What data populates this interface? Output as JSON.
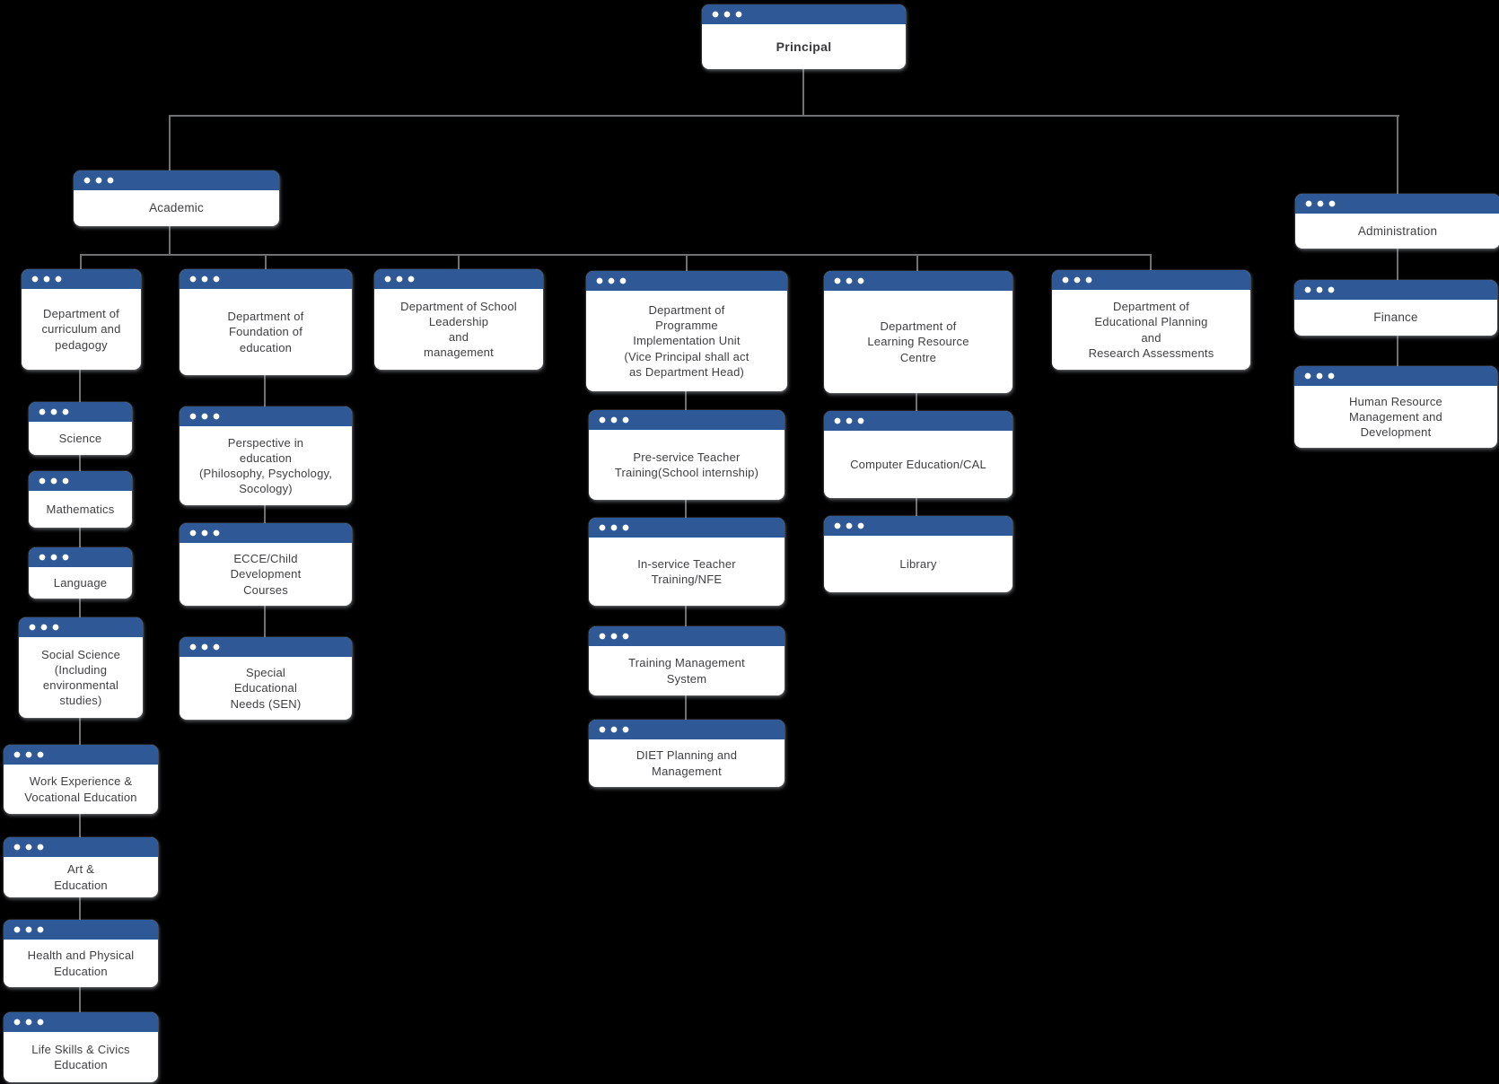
{
  "colors": {
    "titlebar_blue": "#2F5897",
    "connector_gray": "#6F7072",
    "background": "#000000",
    "text_dark": "#404043"
  },
  "icons": {
    "window_dots": "three white circles (window control dots) in each box titlebar"
  },
  "org": {
    "principal": {
      "label": "Principal"
    },
    "academic": {
      "label": "Academic",
      "departments": {
        "curriculum": {
          "label": "Department of\ncurriculum and\npedagogy",
          "units": [
            {
              "label": "Science"
            },
            {
              "label": "Mathematics"
            },
            {
              "label": "Language"
            },
            {
              "label": "Social Science\n(Including\nenvironmental\nstudies)"
            },
            {
              "label": "Work Experience &\nVocational Education"
            },
            {
              "label": "Art &\nEducation"
            },
            {
              "label": "Health and Physical\nEducation"
            },
            {
              "label": "Life Skills & Civics\nEducation"
            }
          ]
        },
        "foundation": {
          "label": "Department of\nFoundation of\neducation",
          "units": [
            {
              "label": "Perspective in\neducation\n(Philosophy, Psychology,\nSocology)"
            },
            {
              "label": "ECCE/Child\nDevelopment\nCourses"
            },
            {
              "label": "Special\nEducational\nNeeds (SEN)"
            }
          ]
        },
        "leadership": {
          "label": "Department of  School\nLeadership\nand\nmanagement",
          "units": []
        },
        "programme": {
          "label": "Department of\nProgramme\nImplementation Unit\n(Vice Principal shall act\nas Department Head)",
          "units": [
            {
              "label": "Pre-service Teacher\nTraining(School internship)"
            },
            {
              "label": "In-service Teacher\nTraining/NFE"
            },
            {
              "label": "Training Management\nSystem"
            },
            {
              "label": "DIET Planning and\nManagement"
            }
          ]
        },
        "learning_resource": {
          "label": "Department of\nLearning Resource\nCentre",
          "units": [
            {
              "label": "Computer Education/CAL"
            },
            {
              "label": "Library"
            }
          ]
        },
        "planning": {
          "label": "Department of\nEducational Planning\nand\nResearch Assessments",
          "units": []
        }
      }
    },
    "administration": {
      "label": "Administration",
      "units": [
        {
          "label": "Finance"
        },
        {
          "label": "Human Resource\nManagement and\nDevelopment"
        }
      ]
    }
  }
}
